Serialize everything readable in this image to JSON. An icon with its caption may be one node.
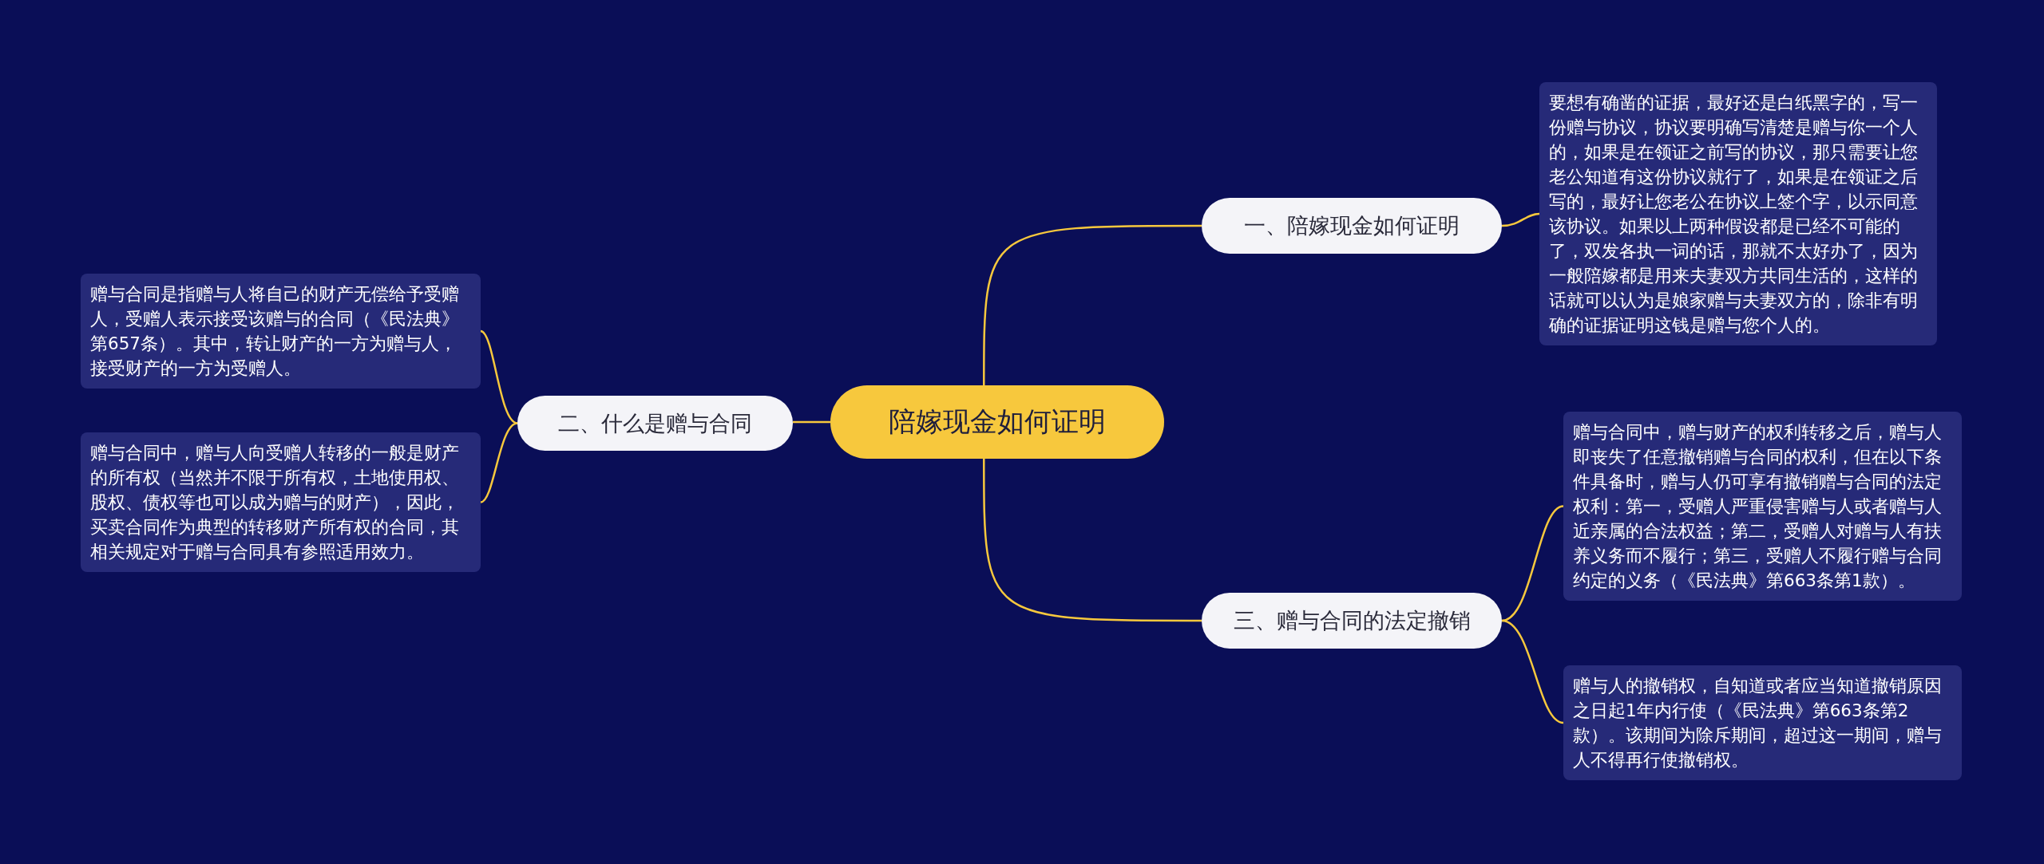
{
  "diagram": {
    "nodes": [
      {
        "text": [
          "陪嫁现金如何证明"
        ]
      },
      {
        "text": [
          "一、陪嫁现金如何证明"
        ]
      },
      {
        "text": [
          "要想有确凿的证据，最好还是白纸黑字的，写一份赠与协议，协议要明确写清楚是赠与你一个人的，如果是在领证之前写的协议，那只需要让您老公知道有这份协议就行了，如果是在领证之后写的，最好让您老公在协议上签个字，以示同意该协议。如果以上两种假设都是已经不可能的了，双发各执一词的话，那就不太好办了，因为一般陪嫁都是用来夫妻双方共同生活的，这样的话就可以认为是娘家赠与夫妻双方的，除非有明确的证据证明这钱是赠与您个人的。"
        ]
      },
      {
        "text": [
          "二、什么是赠与合同"
        ]
      },
      {
        "text": [
          "赠与合同是指赠与人将自己的财产无偿给予受赠人，受赠人表示接受该赠与的合同（《民法典》第657条）。其中，转让财产的一方为赠与人，接受财产的一方为受赠人。"
        ]
      },
      {
        "text": [
          "赠与合同中，赠与人向受赠人转移的一般是财产的所有权（当然并不限于所有权，土地使用权、股权、债权等也可以成为赠与的财产），因此，买卖合同作为典型的转移财产所有权的合同，其相关规定对于赠与合同具有参照适用效力。"
        ]
      },
      {
        "text": [
          "三、赠与合同的法定撤销"
        ]
      },
      {
        "text": [
          "赠与合同中，赠与财产的权利转移之后，赠与人即丧失了任意撤销赠与合同的权利，但在以下条件具备时，赠与人仍可享有撤销赠与合同的法定权利：第一，受赠人严重侵害赠与人或者赠与人近亲属的合法权益；第二，受赠人对赠与人有扶养义务而不履行；第三，受赠人不履行赠与合同约定的义务（《民法典》第663条第1款）。"
        ]
      },
      {
        "text": [
          "赠与人的撤销权，自知道或者应当知道撤销原因之日起1年内行使（《民法典》第663条第2款）。该期间为除斥期间，超过这一期间，赠与人不得再行使撤销权。"
        ]
      }
    ],
    "edges": [
      {
        "from": 0,
        "to": 1,
        "arrow": "none"
      },
      {
        "from": 1,
        "to": 2,
        "arrow": "none"
      },
      {
        "from": 0,
        "to": 3,
        "arrow": "none"
      },
      {
        "from": 3,
        "to": 4,
        "arrow": "none"
      },
      {
        "from": 3,
        "to": 5,
        "arrow": "none"
      },
      {
        "from": 0,
        "to": 6,
        "arrow": "none"
      },
      {
        "from": 6,
        "to": 7,
        "arrow": "none"
      },
      {
        "from": 6,
        "to": 8,
        "arrow": "none"
      }
    ]
  }
}
